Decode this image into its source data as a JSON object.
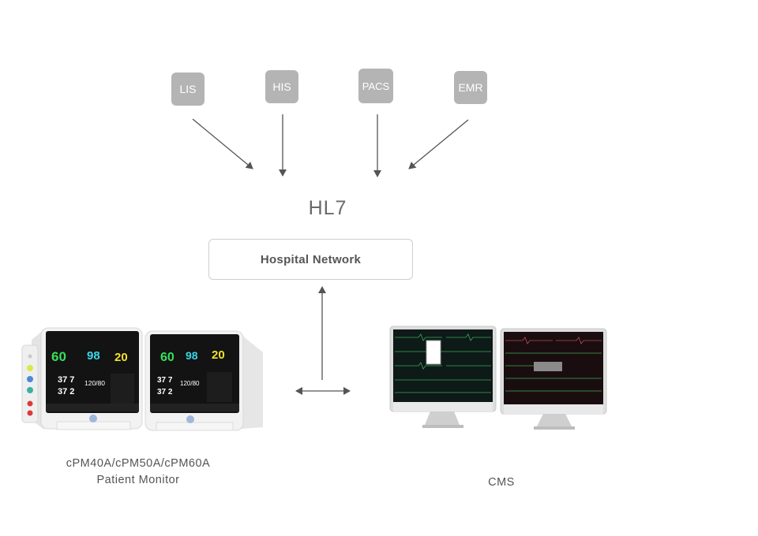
{
  "systems": [
    {
      "id": "lis",
      "label": "LIS"
    },
    {
      "id": "his",
      "label": "HIS"
    },
    {
      "id": "pacs",
      "label": "PACS"
    },
    {
      "id": "emr",
      "label": "EMR"
    }
  ],
  "protocol": "HL7",
  "network": "Hospital Network",
  "monitor": {
    "models": "cPM40A/cPM50A/cPM60A",
    "name": "Patient Monitor",
    "screen_values": {
      "hr": "60",
      "spo2": "98",
      "resp": "20",
      "temp1": "37 7",
      "temp2": "37 2",
      "nibp": "120/80"
    }
  },
  "cms": {
    "label": "CMS"
  },
  "colors": {
    "box_gray": "#b4b4b4",
    "arrow": "#555555",
    "hr_green": "#35e05a",
    "spo2_cyan": "#39d7e8",
    "resp_yellow": "#f2e12e"
  }
}
